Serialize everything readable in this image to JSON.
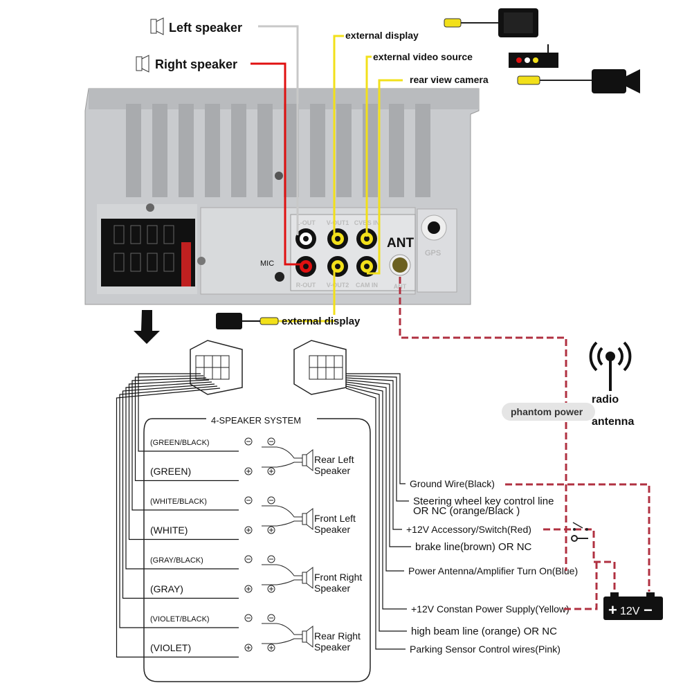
{
  "top_labels": {
    "left_speaker": "Left speaker",
    "right_speaker": "Right speaker",
    "external_display_1": "external display",
    "external_video_source": "external video source",
    "rear_view_camera": "rear view camera",
    "external_display_2": "external display",
    "ant": "ANT",
    "gps": "GPS",
    "mic": "MIC"
  },
  "ports": [
    "L-OUT",
    "V-OUT1",
    "CVBS IN",
    "R-OUT",
    "V-OUT2",
    "CAM IN",
    "ANT"
  ],
  "antenna": {
    "line1": "radio",
    "line2": "antenna",
    "phantom_power": "phantom power"
  },
  "speaker_system": {
    "title": "4-SPEAKER SYSTEM",
    "wires": [
      {
        "neg": "(GREEN/BLACK)",
        "pos": "(GREEN)",
        "speaker": [
          "Rear Left",
          "Speaker"
        ]
      },
      {
        "neg": "(WHITE/BLACK)",
        "pos": "(WHITE)",
        "speaker": [
          "Front Left",
          "Speaker"
        ]
      },
      {
        "neg": "(GRAY/BLACK)",
        "pos": "(GRAY)",
        "speaker": [
          "Front Right",
          "Speaker"
        ]
      },
      {
        "neg": "(VIOLET/BLACK)",
        "pos": "(VIOLET)",
        "speaker": [
          "Rear Right",
          "Speaker"
        ]
      }
    ]
  },
  "power_wires": [
    "Ground  Wire(Black)",
    "Steering wheel key control line",
    "OR  NC (orange/Black )",
    "+12V Accessory/Switch(Red)",
    "brake line(brown) OR NC",
    "Power Antenna/Amplifier Turn On(Blue)",
    "+12V Constan Power Supply(Yellow)",
    "high beam line (orange)  OR NC",
    "Parking Sensor Control wires(Pink)"
  ],
  "battery": {
    "label": "12V",
    "plus": "+",
    "minus": "−"
  },
  "colors": {
    "yellow": "#f2e01a",
    "red": "#e01010",
    "gray_wire": "#c8c8c8",
    "dashed_red": "#b03040",
    "unit_body": "#c9cbce"
  }
}
